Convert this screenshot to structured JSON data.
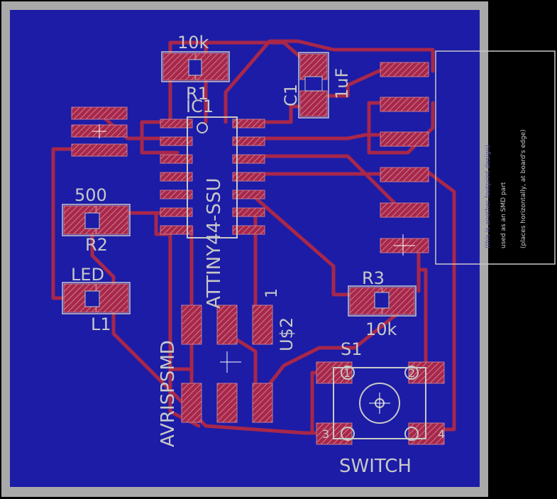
{
  "labels": {
    "r1_value": "10k",
    "r1_name": "R1",
    "ic1_name": "IC1",
    "ic1_part": "ATTINY44-SSU",
    "c1_name": "C1",
    "c1_value": "1uF",
    "r2_value": "500",
    "r2_name": "R2",
    "led_value": "LED",
    "led_name": "L1",
    "r3_name": "R3",
    "r3_value": "10k",
    "s1_name": "S1",
    "switch_value": "SWITCH",
    "usb_name": "U$2",
    "usb_pin1": "1",
    "avr_name": "AVRISPSMD",
    "pin1": "1",
    "pin2": "2",
    "pin3": "3",
    "pin4": "4"
  },
  "note": {
    "line1": "(places horizontally, at board's edge)",
    "line2": "used as an SMD part",
    "line3": "(this is another footprint design)"
  },
  "colors": {
    "board": "#1c1ca6",
    "trace": "#a8274a",
    "frame": "#a9a9a9",
    "silk": "#c8c8c8"
  }
}
